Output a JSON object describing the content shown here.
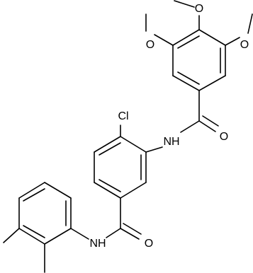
{
  "molecule": {
    "atoms": {
      "chlorine": "Cl",
      "amide_nh_upper": "NH",
      "amide_nh_lower": "NH",
      "carbonyl_o_upper": "O",
      "carbonyl_o_lower": "O",
      "methoxy_o_left": "O",
      "methoxy_o_top": "O",
      "methoxy_o_right": "O"
    },
    "colors": {
      "bond": "#000000",
      "label": "#000000",
      "background": "#ffffff"
    }
  }
}
